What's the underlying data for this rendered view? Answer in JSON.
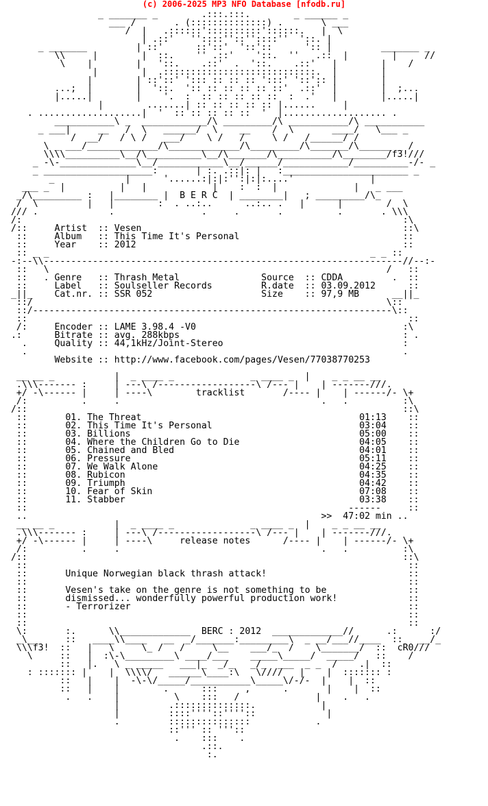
{
  "banner": "(c) 2006-2025 MP3 NFO Database [nfodb.ru]",
  "colors": {
    "banner": "#ff0000",
    "text": "#000000",
    "background": "#ffffff"
  },
  "nfo_lines": [
    "                 _ _______ _        .:::.:::.        _ ______ _",
    "                   ___ /       . (::::::::::::::) .       \\ ___",
    "                      /  |   .::::::'::::::::::'::::::.   |  \\",
    "                         | .::'   ''::::''::''::::''  '::. |",
    "      _ _______         | ::'      ::'::'  '::'::      ':: |         _______ _",
    "         \\\\     |        |  ::.    '' .::'    '::.  ''   .::  |        |     //",
    "          \\    |        |   '::.    .::'  .  '::.    .::'   |        |    /",
    "                |        |  .::::::::::::::::::::::::::::.  |        |",
    "               |        | ::'::' '::: :: :: :: ':::' '::':: |        |",
    "         ...;  |        |  '::.  ':: :: :: :: :: ::'  .::'  |        |  ;...",
    "         |.....|        |    '.  :  :: :: :: :: ::  :  .'   |        |.....|",
    "                 |        .......| :: :: :: :: :: |......     |",
    "    . ...................|  '  :: :: :: :: ::  '  |................... .",
    "         ___________\\ _  ____________/\\ _________/\\ ___________/\\ ___________",
    "      _ ___|     __   /  \\   ______/  \\    __    /  \\       ____/   \\___ _",
    "            /  __/   / \\ /   ___/    \\ /   /     \\ /   /______/ /",
    "       \\ _ ___/_____________/\\_____________/\\_________/\\_______/\\______ _ /",
    "       \\\\\\\\__________\\__/\\__________\\__/\\_______/\\__________/\\________/f3!///",
    "     _ -\\-______________\\__/____________\\__/______/____________/__________-/- _",
    "     _ ____________________:       | :. .::|: |   :_______________________ _",
    "        _             |      '......:|:|:'':|:|:....'              |",
    "   ___ _  |          |   |            |    :  :  |              |   _ ___",
    "  _/\\_________ :   |________ |  B E R C  | ________|   ; _________/\\_",
    "  /  \\         |   |        :  . ..:..      ..:.. .   |      |        /  \\",
    " /// .             .                .     .       .          .       . \\\\\\",
    " /:                                                                      :\\",
    " /::     Artist  :: Vesen                                                ::\\",
    "  ::     Album   :: This Time It's Personal                              ::",
    "  ::     Year    :: 2012                                                 ::",
    "  :: _ _                                                           _ _ ::",
    " -:--\\\\------------------------------------------------------------------//--:-",
    "  ::   \\                                                              /   ::",
    "  ::   . Genre   :: Thrash Metal               Source  :: CDDA         .  ::",
    "  ::     Label   :: Soulseller Records         R.date  :: 03.09.2012      ::",
    " _||_    Cat.nr. :: SSR 052                    Size    :: 97,9 MB      __||_",
    "  ::/                                                                 \\::",
    "  ::/------------------------------------------------------------------\\::",
    "  ::                                                                      ::",
    "  /:     Encoder :: LAME 3.98.4 -V0                                      :\\",
    " .:      Bitrate :: avg. 288kbps                                         : .",
    "   .     Quality :: 44,1kHz/Joint-Stereo                                 :",
    "   .                                                                     .",
    "         Website :: http://www.facebook.com/pages/Vesen/77038770253",
    "",
    "  __ __ _           |  _ ____ _              _ ____ _  |    _ _ __ __",
    "  .\\\\\\------- :     | ---\\ /------------------\\ /--- |    | -------///.",
    "  +/ -\\------ |     | ----\\        tracklist       /---- |    | ------/- \\+",
    "  /:          .     .                                     .   .          :\\",
    " /::                                                                     ::\\",
    "  ::       01. The Threat                                        01:13    ::",
    "  ::       02. This Time It's Personal                           03:04    ::",
    "  ::       03. Billions                                          05:00    ::",
    "  ::       04. Where the Children Go to Die                      04:05    ::",
    "  ::       05. Chained and Bled                                  04:01    ::",
    "  ::       06. Pressure                                          05:11    ::",
    "  ::       07. We Walk Alone                                     04:25    ::",
    "  ::       08. Rubicon                                           04:35    ::",
    "  ::       09. Triumph                                           04:42    ::",
    "  ::       10. Fear of Skin                                      07:08    ::",
    "  ::       11. Stabber                                           03:38    ::",
    "  ::                                                           ------     ::",
    "  ..                                                      >>  47:02 min ..",
    "  __ __ _           |  _ ____ _              _ ____ _  |    _ _ __ __",
    "  .\\\\\\------- :     | ---\\ /------------------\\ /--- |    | -------///.",
    "  +/ -\\------ |     | ----\\     release notes      /---- |    | ------/- \\+",
    "  /:          .     .                                     .   .          :\\",
    " /::                                                                     ::\\",
    "  ::                                                                      ::",
    "  ::       Unique Norwegian black thrash attack!                          ::",
    "  ::                                                                      ::",
    "  ::       Vesen's take on the genre is not something to be               ::",
    "  ::       dismissed... wonderfully powerful production work!             ::",
    "  ::       - Terrorizer                                                   ::",
    "  ::                                                                      ::",
    "  ::                                                                      ::",
    "  \\:       :.      \\\\_____________  BERC : 2012  _____________//      .:      :/",
    "  _\\__     ::   ____\\\\____   __  _/_______:_________\\  _ __/___//____  ::   __/_",
    "  \\\\\\f3!  ::   |   \\     \\_ /   /     \\__    ___/_  /    \\_______/  ::  cR0///",
    "    \\     ::   |  :\\-\\_________\\ ____/___    _____\\_____/  _____/   ::    /",
    "          ::   |.   \\ _ _____   ___|_  _/_   _/_  ___  _ _  /    .|  ::",
    "    : ::::::: |    |  \\\\\\\\/   ______\\____:\\   \\////   |    |  ::::::: :",
    "          ::   |    |  -\\-\\/_____/___________\\_____\\/-/-  |    |  ::",
    "          ::   |    |        .      :::     ,      .       |    |  ::",
    "           .   .    |          \\    :::   /              |    .   .",
    "                    |         .::::::::::::::.            |",
    "                    |         ::::''''::''''::             |",
    "                    .         :::::::::::::::            .",
    "                              ::''' :: '''::",
    "                               .    :::    .",
    "                                    .::.",
    "                                     :."
  ]
}
